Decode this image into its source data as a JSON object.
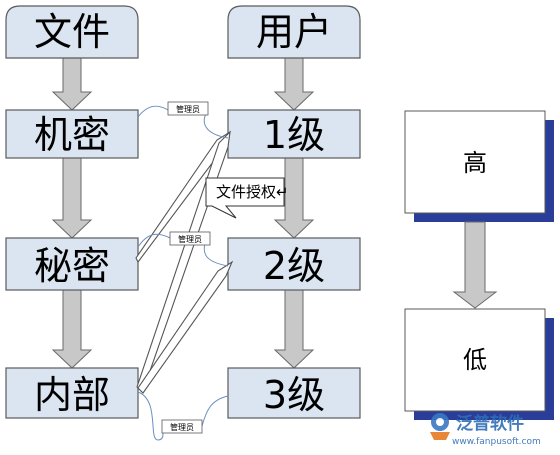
{
  "columns": {
    "file_header": "文件",
    "user_header": "用户"
  },
  "file_levels": [
    "机密",
    "秘密",
    "内部"
  ],
  "user_levels": [
    "1级",
    "2级",
    "3级"
  ],
  "admin_label": "管理员",
  "authorization_label": "文件授权↵",
  "legend": {
    "high": "高",
    "low": "低"
  },
  "watermark": {
    "brand": "泛普软件",
    "url": "www.fanpusoft.com"
  },
  "colors": {
    "box_fill": "#dbe5f1",
    "box_border": "#5a5a5a",
    "arrow_fill": "#c8c8c8",
    "shadow": "#2a3d99",
    "connector": "#6b8fbf",
    "brand": "#2f6db5"
  }
}
